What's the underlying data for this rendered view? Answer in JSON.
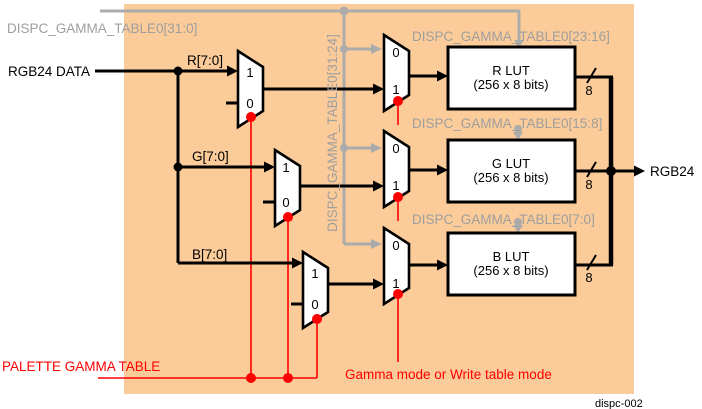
{
  "figure": {
    "id": "dispc-002"
  },
  "colors": {
    "background": "#FBCC99",
    "wire_gray": "#ABABAB",
    "text_gray": "#9E9E9E",
    "red": "#FE0000"
  },
  "labels": {
    "table_31_0": "DISPC_GAMMA_TABLE0[31:0]",
    "table_31_24": "DISPC_GAMMA_TABLE0[31:24]",
    "table_23_16": "DISPC_GAMMA_TABLE0[23:16]",
    "table_15_8": "DISPC_GAMMA_TABLE0[15:8]",
    "table_7_0": "DISPC_GAMMA_TABLE0[7:0]",
    "input": "RGB24 DATA",
    "r_in": "R[7:0]",
    "g_in": "G[7:0]",
    "b_in": "B[7:0]",
    "output": "RGB24",
    "palette": "PALETTE GAMMA TABLE",
    "mode": "Gamma mode or Write table mode",
    "bus_width": "8",
    "mux_one": "1",
    "mux_zero": "0"
  },
  "luts": [
    {
      "name": "R  LUT",
      "size": "(256 x 8 bits)"
    },
    {
      "name": "G  LUT",
      "size": "(256 x 8 bits)"
    },
    {
      "name": "B  LUT",
      "size": "(256 x 8 bits)"
    }
  ]
}
